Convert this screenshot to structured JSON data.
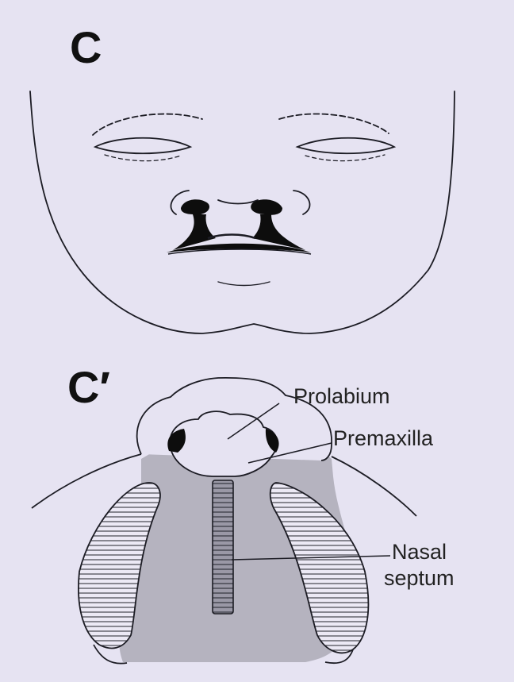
{
  "panels": {
    "top": {
      "label": "C"
    },
    "bottom": {
      "label": "C′"
    }
  },
  "callouts": {
    "prolabium": "Prolabium",
    "premaxilla": "Premaxilla",
    "nasal": "Nasal",
    "septum": "septum"
  },
  "colors": {
    "background": "#e6e3f2",
    "line": "#1c1c24",
    "shade": "#b5b3bf",
    "cleft": "#0d0d0d"
  }
}
